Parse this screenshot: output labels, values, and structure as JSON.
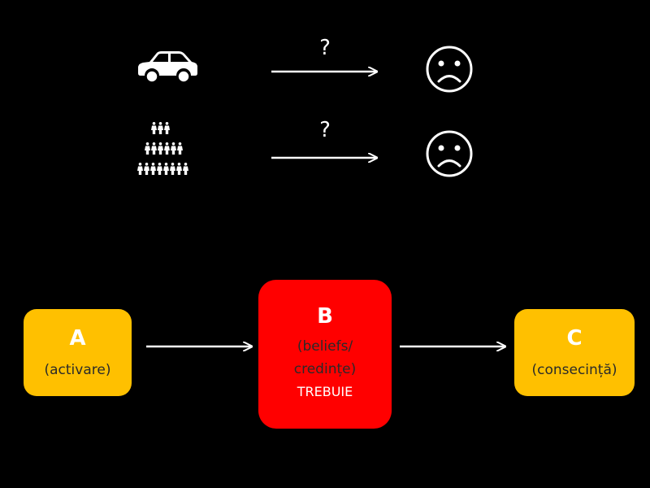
{
  "top_rows": [
    {
      "subject_icon": "car-icon",
      "arrow_label": "?",
      "result_icon": "sad-face-icon"
    },
    {
      "subject_icon": "crowd-icon",
      "arrow_label": "?",
      "result_icon": "sad-face-icon"
    }
  ],
  "abc": {
    "a": {
      "letter": "A",
      "label": "(activare)"
    },
    "b": {
      "letter": "B",
      "line1": "(beliefs/",
      "line2": "credințe)",
      "line3": "TREBUIE"
    },
    "c": {
      "letter": "C",
      "label": "(consecință)"
    }
  },
  "colors": {
    "background": "#000000",
    "box_a_c": "#ffc000",
    "box_b": "#ff0000",
    "foreground": "#ffffff",
    "box_text": "#2a2a2a"
  }
}
